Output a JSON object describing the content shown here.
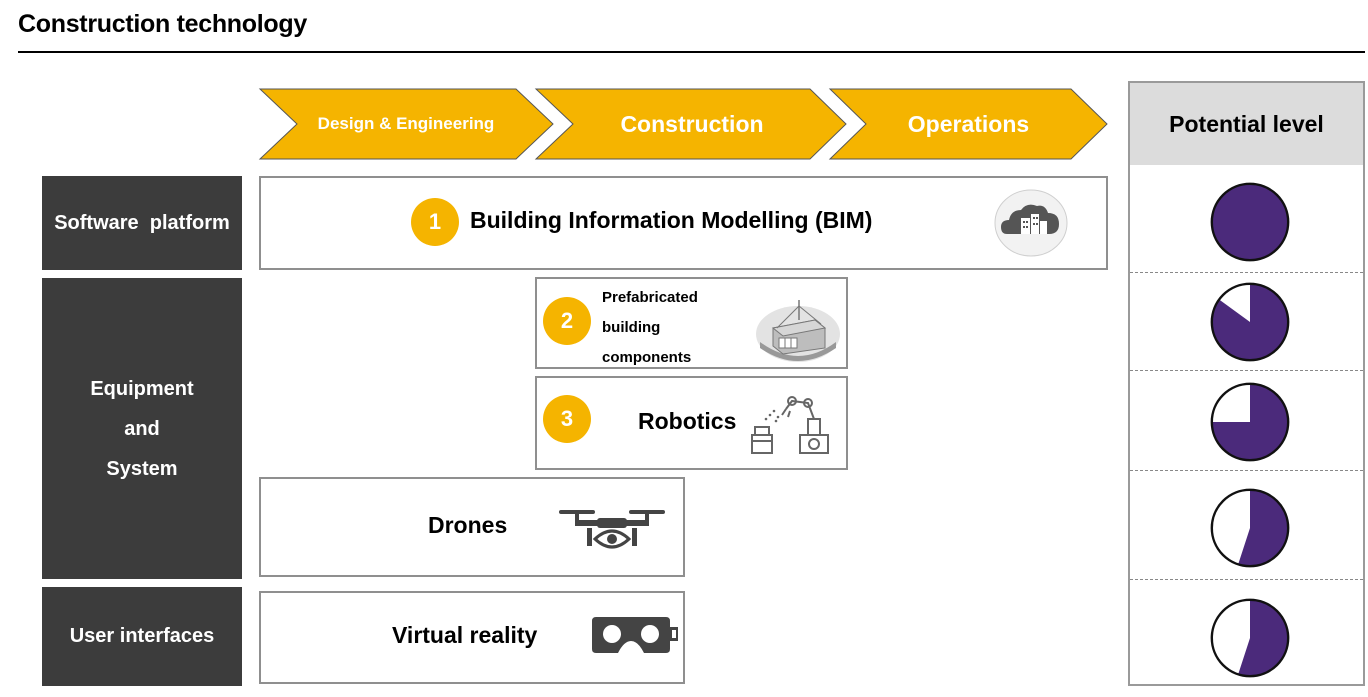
{
  "title": "Construction technology",
  "stages": [
    "Design & Engineering",
    "Construction",
    "Operations"
  ],
  "categories": {
    "software": "Software  platform",
    "equipment": [
      "Equipment",
      "and",
      "System"
    ],
    "ui": "User interfaces"
  },
  "technologies": {
    "bim": {
      "number": "1",
      "label": "Building Information Modelling (BIM)",
      "icon": "cloud-buildings-icon"
    },
    "prefab": {
      "number": "2",
      "label_lines": [
        "Prefabricated",
        "building",
        "components"
      ],
      "icon": "container-crane-icon"
    },
    "robotics": {
      "number": "3",
      "label": "Robotics",
      "icon": "robot-arm-icon"
    },
    "drones": {
      "label": "Drones",
      "icon": "drone-icon"
    },
    "vr": {
      "label": "Virtual reality",
      "icon": "vr-headset-icon"
    }
  },
  "potential": {
    "header": "Potential level",
    "levels_fraction": {
      "bim": 1.0,
      "prefab": 0.85,
      "robotics": 0.75,
      "drones": 0.55,
      "vr": 0.55
    }
  },
  "colors": {
    "chevron": "#f5b400",
    "category": "#3c3c3c",
    "pie_fill": "#4b2a7b",
    "number_badge": "#f5b400",
    "header_bg": "#dcdcdc"
  }
}
